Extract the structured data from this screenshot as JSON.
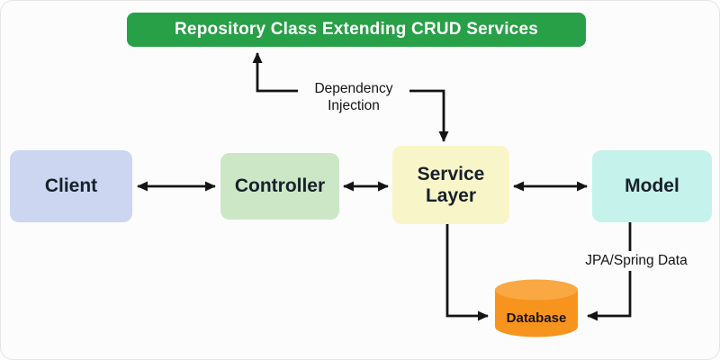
{
  "diagram": {
    "title": "Repository Class Extending CRUD Services",
    "nodes": {
      "client": {
        "label": "Client"
      },
      "controller": {
        "label": "Controller"
      },
      "service": {
        "label": "Service Layer"
      },
      "model": {
        "label": "Model"
      },
      "database": {
        "label": "Database"
      }
    },
    "edges": {
      "dependency_injection": {
        "label": "Dependency Injection"
      },
      "jpa": {
        "label": "JPA/Spring Data"
      }
    },
    "colors": {
      "title_bg": "#28a047",
      "title_text": "#ffffff",
      "client_bg": "#ccd6f1",
      "controller_bg": "#cbe7c6",
      "service_bg": "#f8f6c8",
      "model_bg": "#c5f2ea",
      "database_body": "#f7941e",
      "database_top": "#f9a844",
      "arrow": "#141414",
      "background": "#fcfcfd"
    }
  }
}
